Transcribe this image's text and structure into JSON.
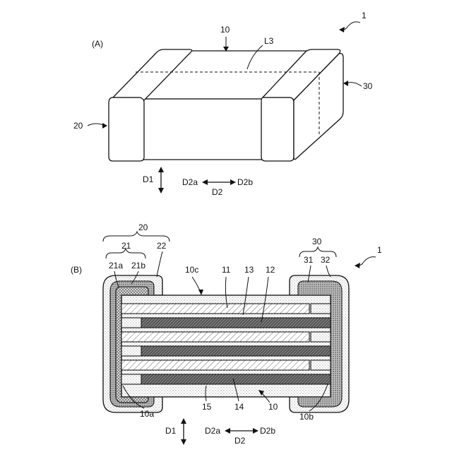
{
  "figureA": {
    "panel_label": "(A)",
    "ref_1": "1",
    "ref_10": "10",
    "ref_L3": "L3",
    "ref_20": "20",
    "ref_30": "30",
    "dir_D1": "D1",
    "dir_D2a": "D2a",
    "dir_D2": "D2",
    "dir_D2b": "D2b"
  },
  "figureB": {
    "panel_label": "(B)",
    "ref_1": "1",
    "ref_20": "20",
    "ref_21": "21",
    "ref_22": "22",
    "ref_21a": "21a",
    "ref_21b": "21b",
    "ref_10c": "10c",
    "ref_11": "11",
    "ref_13": "13",
    "ref_12": "12",
    "ref_30": "30",
    "ref_31": "31",
    "ref_32": "32",
    "ref_10a": "10a",
    "ref_15": "15",
    "ref_14": "14",
    "ref_10": "10",
    "ref_10b": "10b",
    "dir_D1": "D1",
    "dir_D2a": "D2a",
    "dir_D2": "D2",
    "dir_D2b": "D2b"
  }
}
